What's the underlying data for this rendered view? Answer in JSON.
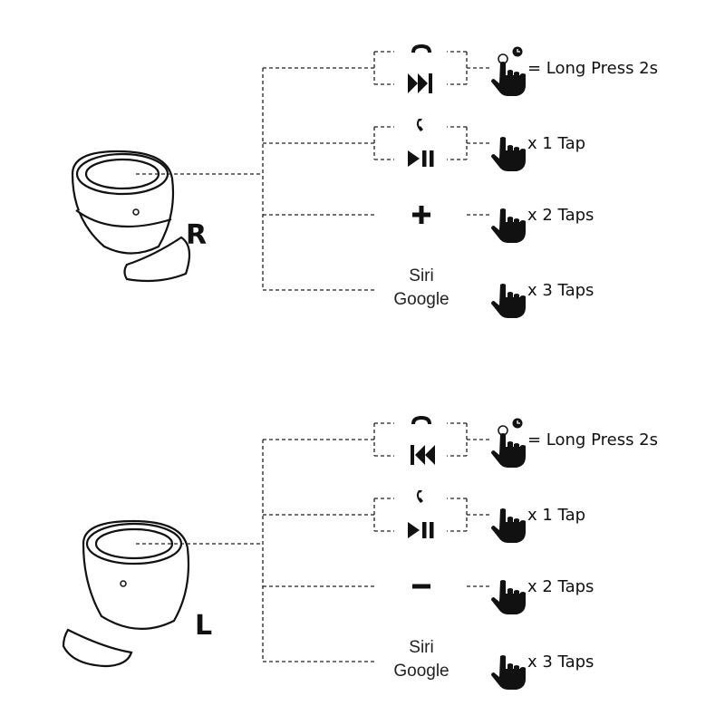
{
  "groups": [
    {
      "side": "R",
      "rows": [
        {
          "icon_top": "hang-up-icon",
          "icon": "next-track-icon",
          "gesture": "long-press-icon",
          "label": "= Long Press 2s"
        },
        {
          "icon_top": "phone-icon",
          "icon": "play-pause-icon",
          "gesture": "tap-icon",
          "label": "x 1 Tap"
        },
        {
          "icon": "plus-icon",
          "gesture": "tap-icon",
          "label": "x 2 Taps"
        },
        {
          "text1": "Siri",
          "text2": "Google",
          "gesture": "tap-icon",
          "label": "x 3 Taps"
        }
      ]
    },
    {
      "side": "L",
      "rows": [
        {
          "icon_top": "hang-up-icon",
          "icon": "previous-track-icon",
          "gesture": "long-press-icon",
          "label": "= Long Press 2s"
        },
        {
          "icon_top": "phone-icon",
          "icon": "play-pause-icon",
          "gesture": "tap-icon",
          "label": "x 1 Tap"
        },
        {
          "icon": "minus-icon",
          "gesture": "tap-icon",
          "label": "x 2 Taps"
        },
        {
          "text1": "Siri",
          "text2": "Google",
          "gesture": "tap-icon",
          "label": "x 3 Taps"
        }
      ]
    }
  ]
}
